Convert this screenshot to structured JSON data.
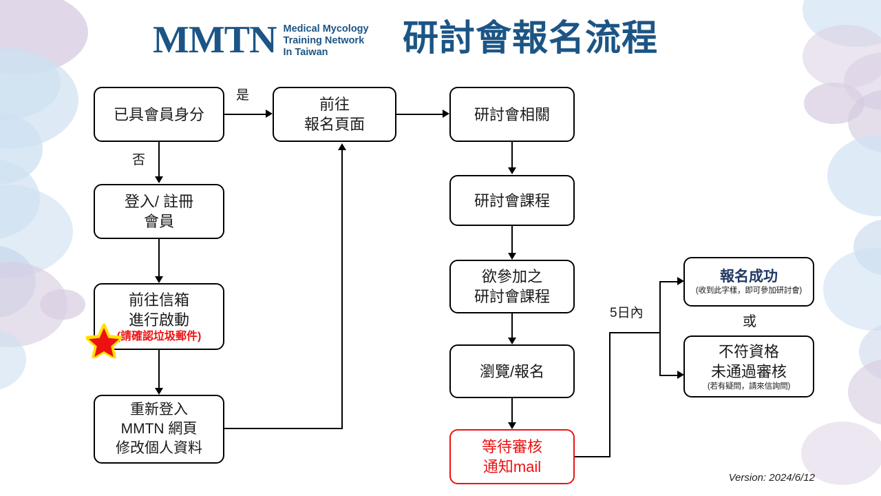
{
  "header": {
    "logo_mark": "MMTN",
    "logo_sub_lines": [
      "Medical Mycology",
      "Training Network",
      "In Taiwan"
    ],
    "title": "研討會報名流程",
    "brand_color": "#1c5585"
  },
  "flow": {
    "nodes": [
      {
        "id": "member-status",
        "lines": [
          "已具會員身分"
        ],
        "style": "plain"
      },
      {
        "id": "login-register",
        "lines": [
          "登入/ 註冊",
          "會員"
        ],
        "style": "plain"
      },
      {
        "id": "activate-mail",
        "lines": [
          "前往信箱",
          "進行啟動"
        ],
        "style": "plain",
        "warn": "(請確認垃圾郵件)",
        "warn_color": "#ee1111",
        "has_star": true
      },
      {
        "id": "relogin-profile",
        "lines": [
          "重新登入",
          "MMTN 網頁",
          "修改個人資料"
        ],
        "style": "plain"
      },
      {
        "id": "signup-page",
        "lines": [
          "前往",
          "報名頁面"
        ],
        "style": "plain"
      },
      {
        "id": "seminar-info",
        "lines": [
          "研討會相關"
        ],
        "style": "plain"
      },
      {
        "id": "seminar-courses",
        "lines": [
          "研討會課程"
        ],
        "style": "plain"
      },
      {
        "id": "desired-courses",
        "lines": [
          "欲參加之",
          "研討會課程"
        ],
        "style": "plain"
      },
      {
        "id": "browse-signup",
        "lines": [
          "瀏覽/報名"
        ],
        "style": "plain"
      },
      {
        "id": "await-review",
        "lines": [
          "等待審核",
          "通知mail"
        ],
        "style": "red",
        "color": "#ee1111"
      },
      {
        "id": "signup-success",
        "title": "報名成功",
        "title_color": "#1f3864",
        "note": "(收到此字樣，即可參加研討會)",
        "style": "emphasis"
      },
      {
        "id": "signup-rejected",
        "lines": [
          "不符資格",
          "未通過審核"
        ],
        "note": "(若有疑問，請來信詢問)",
        "style": "plain"
      }
    ],
    "edge_labels": {
      "yes": "是",
      "no": "否",
      "within_5_days": "5日內",
      "or": "或"
    }
  },
  "footer": {
    "version": "Version: 2024/6/12"
  },
  "background": {
    "blob_lavender": "#d9cfe2",
    "blob_blue": "#cfe0f0"
  }
}
